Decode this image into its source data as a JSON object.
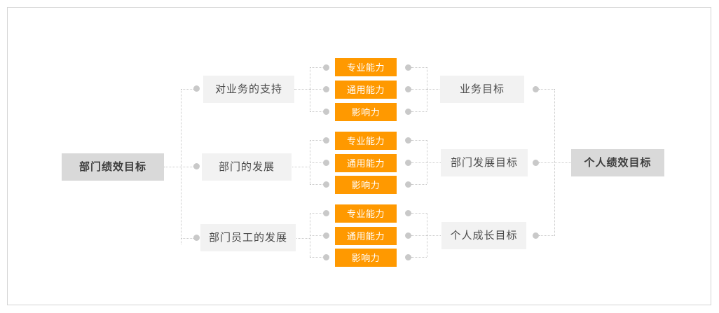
{
  "diagram": {
    "title_node": "部门绩效目标",
    "final_node": "个人绩效目标",
    "branches": [
      {
        "label": "对业务的支持",
        "skills": [
          "专业能力",
          "通用能力",
          "影响力"
        ],
        "goal": "业务目标"
      },
      {
        "label": "部门的发展",
        "skills": [
          "专业能力",
          "通用能力",
          "影响力"
        ],
        "goal": "部门发展目标"
      },
      {
        "label": "部门员工的发展",
        "skills": [
          "专业能力",
          "通用能力",
          "影响力"
        ],
        "goal": "个人成长目标"
      }
    ],
    "colors": {
      "skill_bg": "#ff9900",
      "node_bg": "#f2f2f2",
      "root_bg": "#d9d9d9",
      "connector": "#c8c8c8",
      "dot": "#c9c9c9",
      "frame_border": "#d4d4d4"
    }
  }
}
